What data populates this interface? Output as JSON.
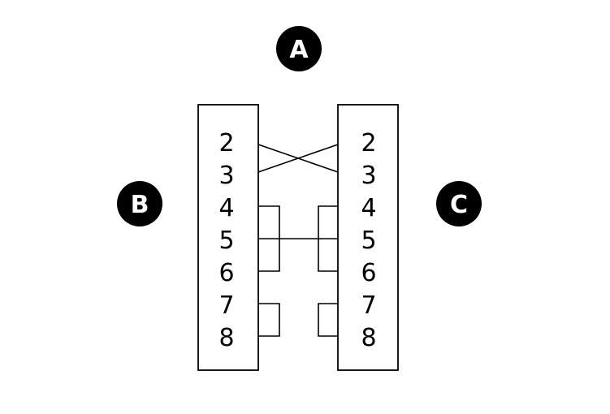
{
  "labels": {
    "top": "A",
    "left": "B",
    "right": "C"
  },
  "left_connector": {
    "pins": [
      "2",
      "3",
      "4",
      "5",
      "6",
      "7",
      "8"
    ]
  },
  "right_connector": {
    "pins": [
      "2",
      "3",
      "4",
      "5",
      "6",
      "7",
      "8"
    ]
  },
  "wiring": [
    {
      "from_left": "2",
      "to_right": "3"
    },
    {
      "from_left": "3",
      "to_right": "2"
    },
    {
      "from_left": "5",
      "to_right": "5"
    }
  ],
  "loopbacks": {
    "left": [
      [
        "4",
        "6"
      ],
      [
        "7",
        "8"
      ]
    ],
    "right": [
      [
        "4",
        "6"
      ],
      [
        "7",
        "8"
      ]
    ]
  },
  "colors": {
    "line": "#000000",
    "badge_fill": "#000000",
    "badge_text": "#ffffff",
    "background": "#ffffff"
  }
}
